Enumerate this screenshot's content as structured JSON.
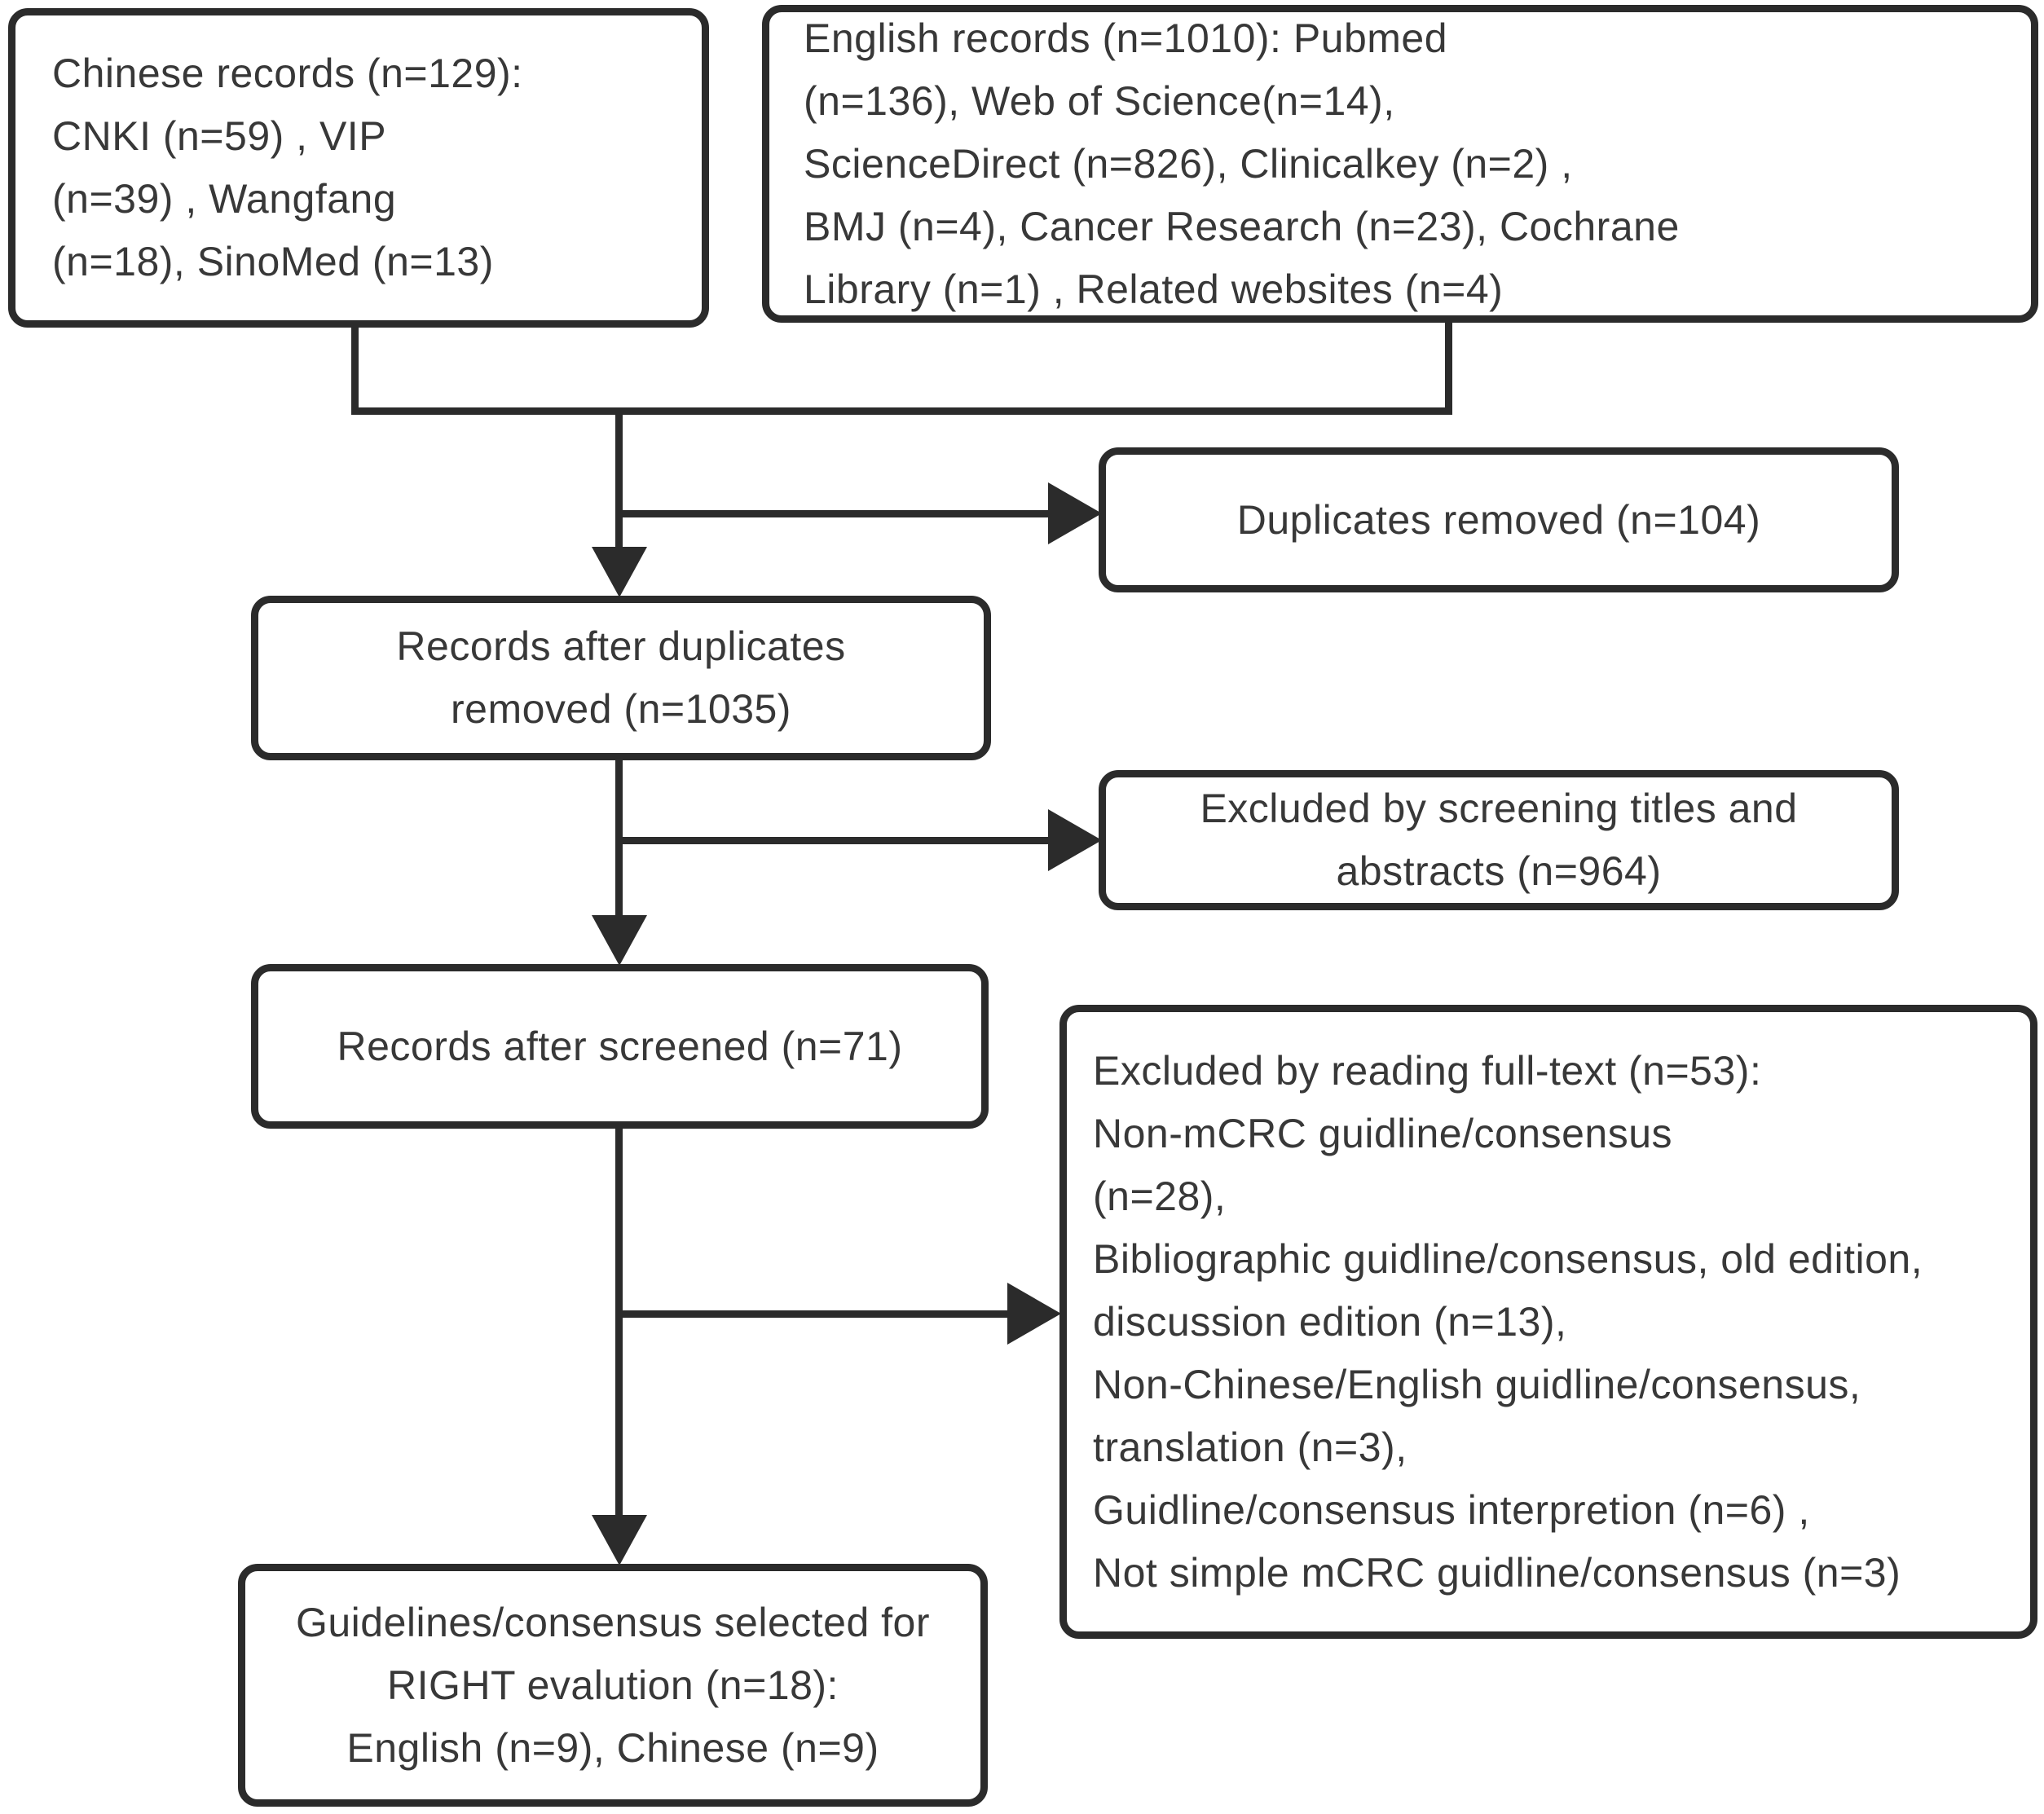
{
  "palette": {
    "line_color": "#2b2b2b",
    "text_color": "#383838",
    "background": "#ffffff"
  },
  "flowchart": {
    "chinese_records": "Chinese records (n=129):\nCNKI (n=59) , VIP\n (n=39) , Wangfang\n (n=18),  SinoMed  (n=13)",
    "english_records": "English records  (n=1010): Pubmed\n (n=136),  Web of Science(n=14),\nScienceDirect (n=826), Clinicalkey (n=2) ,\nBMJ  (n=4), Cancer Research  (n=23),  Cochrane\nLibrary  (n=1) , Related websites  (n=4)",
    "duplicates_removed": "Duplicates removed (n=104)",
    "records_after_duplicates": "Records after duplicates\nremoved  (n=1035)",
    "excluded_screening": "Excluded by screening titles and\nabstracts (n=964)",
    "records_after_screened": "Records after screened  (n=71)",
    "excluded_fulltext": "Excluded by reading full-text   (n=53):\nNon-mCRC guidline/consensus\n (n=28),\nBibliographic guidline/consensus, old edition,\ndiscussion edition (n=13),\nNon-Chinese/English guidline/consensus,\ntranslation (n=3),\nGuidline/consensus interpretion (n=6) ,\nNot simple mCRC guidline/consensus (n=3)",
    "guidelines_selected": "Guidelines/consensus selected for\nRIGHT evalution (n=18):\nEnglish (n=9), Chinese  (n=9)"
  }
}
